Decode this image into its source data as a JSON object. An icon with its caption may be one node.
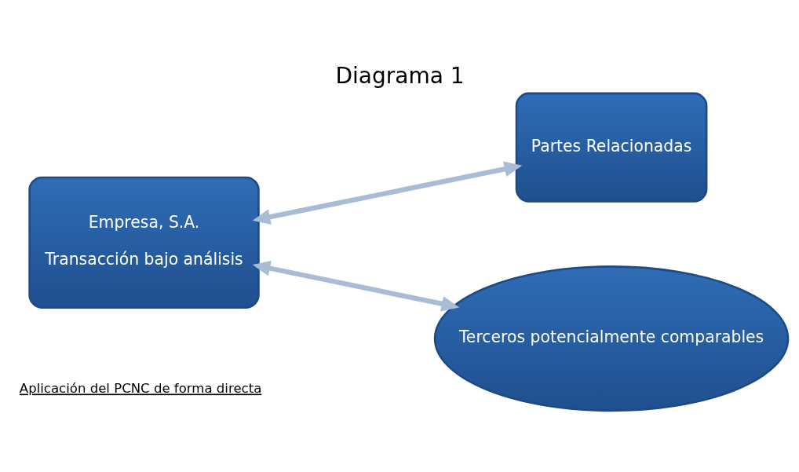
{
  "diagram": {
    "title": "Diagrama 1",
    "nodes": [
      {
        "text": [
          "Empresa, S.A.",
          "Transacción bajo análisis"
        ]
      },
      {
        "text": [
          "Partes Relacionadas"
        ]
      },
      {
        "text": [
          "Terceros potencialmente comparables"
        ]
      }
    ],
    "edges": [
      {
        "from": 0,
        "to": 1,
        "arrow": "both"
      },
      {
        "from": 0,
        "to": 2,
        "arrow": "both"
      }
    ],
    "labels": [
      "Aplicación del PCNC de forma directa"
    ]
  }
}
